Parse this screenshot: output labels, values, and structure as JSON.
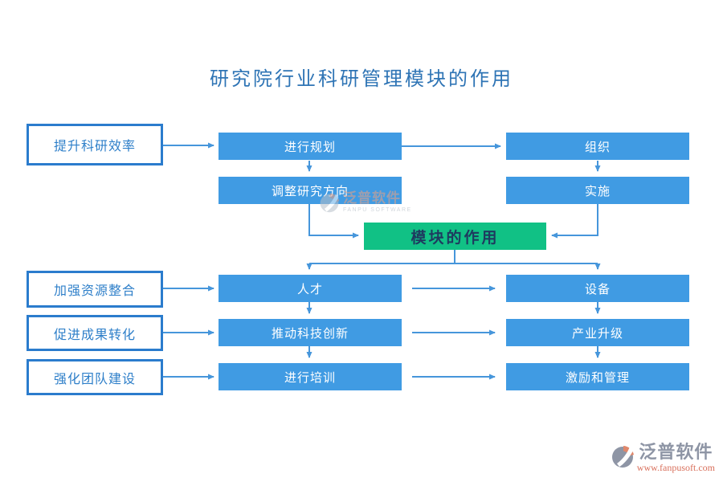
{
  "title": "研究院行业科研管理模块的作用",
  "diagram": {
    "benefit_nodes": [
      {
        "label": "提升科研效率"
      },
      {
        "label": "加强资源整合"
      },
      {
        "label": "促进成果转化"
      },
      {
        "label": "强化团队建设"
      }
    ],
    "process_nodes": [
      {
        "label": "进行规划"
      },
      {
        "label": "组织"
      },
      {
        "label": "调整研究方向"
      },
      {
        "label": "实施"
      }
    ],
    "center_node": {
      "label": "模块的作用"
    },
    "resource_nodes": [
      {
        "label": "人才"
      },
      {
        "label": "推动科技创新"
      },
      {
        "label": "进行培训"
      }
    ],
    "outcome_nodes": [
      {
        "label": "设备"
      },
      {
        "label": "产业升级"
      },
      {
        "label": "激励和管理"
      }
    ]
  },
  "watermark": {
    "brand": "泛普软件",
    "subtitle": "FANPU SOFTWARE"
  },
  "footer_logo": {
    "brand": "泛普软件",
    "url": "www.fanpusoft.com"
  },
  "colors": {
    "node_blue": "#409BE3",
    "node_green": "#11C185",
    "left_node_border": "#2B7CCD",
    "left_node_text": "#2E7FC9",
    "title_text": "#2E74B5",
    "arrow": "#4696DB",
    "footer_brand": "#8E95A5",
    "footer_url": "#D9705C"
  }
}
